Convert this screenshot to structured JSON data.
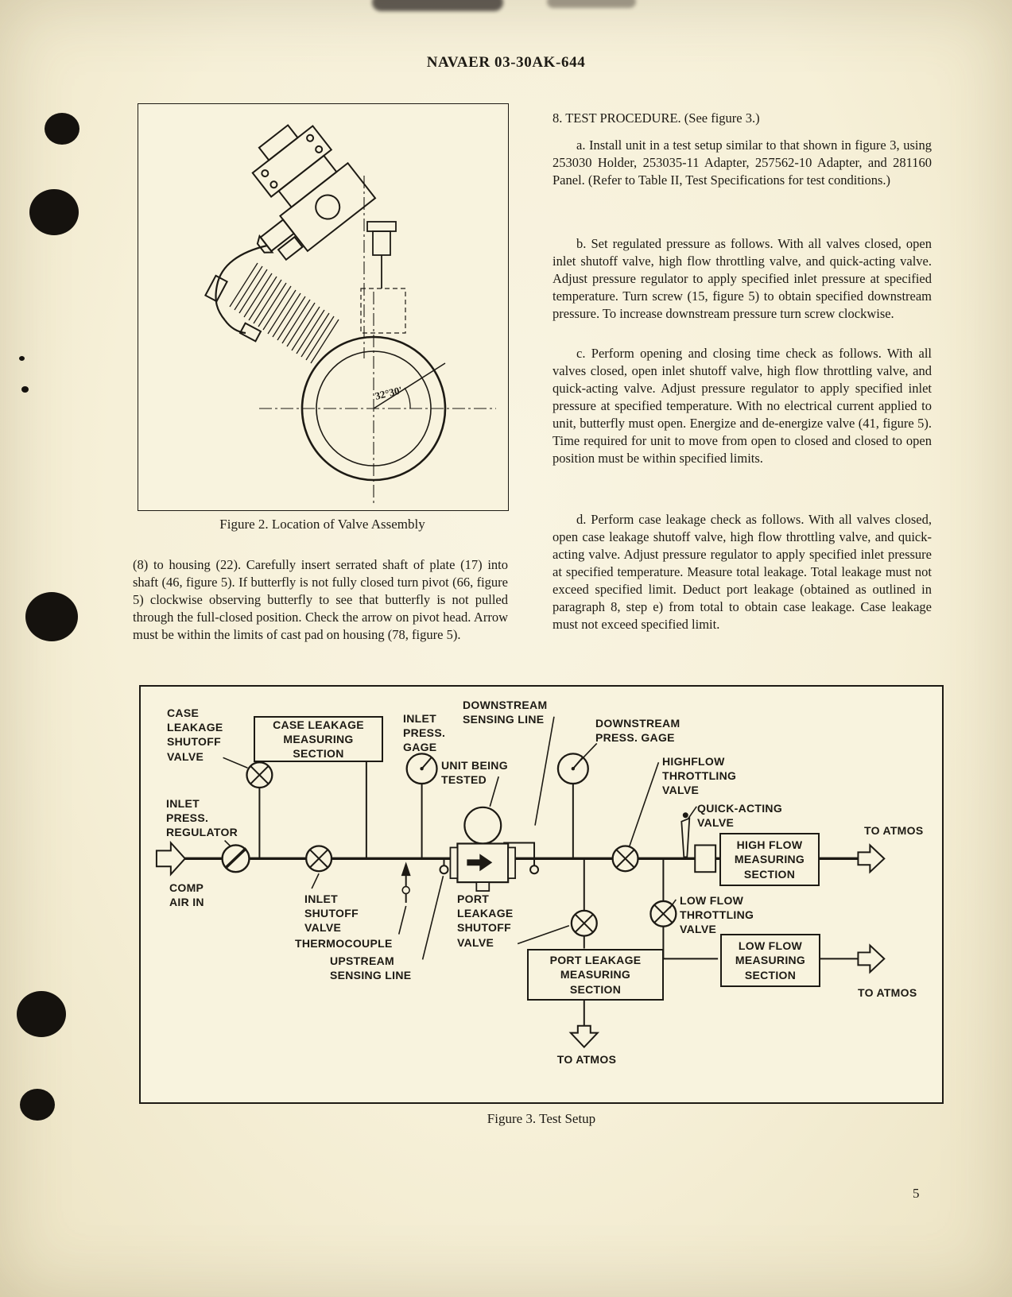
{
  "page": {
    "header": "NAVAER 03-30AK-644",
    "number": "5"
  },
  "figure2": {
    "caption": "Figure 2.  Location of Valve Assembly",
    "angle_label": "32°30'"
  },
  "left_column": {
    "paragraph": "(8) to housing (22).  Carefully insert serrated shaft of plate (17) into shaft (46, figure 5).  If butterfly is not fully closed turn pivot (66, figure 5) clockwise observing butterfly to see that butterfly is not pulled through the full-closed position.  Check the arrow on pivot head.  Arrow must be within the limits of cast pad on housing (78, figure 5)."
  },
  "right_column": {
    "heading": "8.  TEST PROCEDURE.  (See figure 3.)",
    "para_a": "a.  Install unit in a test setup similar to that shown in figure 3, using 253030 Holder, 253035-11 Adapter, 257562-10 Adapter, and 281160 Panel.  (Refer to Table II, Test Specifications for test conditions.)",
    "para_b": "b.  Set regulated pressure as follows.  With all valves closed, open inlet shutoff valve, high flow throttling valve, and quick-acting valve.  Adjust pressure regulator to apply specified inlet pressure at specified temperature.  Turn screw (15, figure 5) to obtain specified downstream pressure.  To increase downstream pressure turn screw clockwise.",
    "para_c": "c.  Perform opening and closing time check as follows.  With all valves closed, open inlet shutoff valve, high flow throttling valve, and quick-acting valve.  Adjust pressure regulator to apply specified inlet pressure at specified temperature.  With no electrical current applied to unit, butterfly must open.  Energize and de-energize valve (41, figure 5).  Time required for unit to move from open to closed and closed to open position must be within specified limits.",
    "para_d": "d.  Perform case leakage check as follows.  With all valves closed, open case leakage shutoff valve, high flow throttling valve, and quick-acting valve.  Adjust pressure regulator to apply specified inlet pressure at specified temperature.  Measure total leakage.  Total leakage must not exceed specified limit.  Deduct port leakage (obtained as outlined in paragraph 8, step e) from total to obtain case leakage.  Case leakage must not exceed specified limit."
  },
  "figure3": {
    "caption": "Figure 3.  Test Setup",
    "labels": {
      "case_leakage_shutoff_valve": "CASE\nLEAKAGE\nSHUTOFF\nVALVE",
      "case_leakage_measuring_section": "CASE LEAKAGE\nMEASURING\nSECTION",
      "inlet_press_gage": "INLET\nPRESS.\nGAGE",
      "downstream_sensing_line": "DOWNSTREAM\nSENSING LINE",
      "downstream_press_gage": "DOWNSTREAM\nPRESS. GAGE",
      "unit_being_tested": "UNIT BEING\nTESTED",
      "highflow_throttling_valve": "HIGHFLOW\nTHROTTLING\nVALVE",
      "quick_acting_valve": "QUICK-ACTING\nVALVE",
      "inlet_press_regulator": "INLET\nPRESS.\nREGULATOR",
      "to_atmos_top_right": "TO ATMOS",
      "high_flow_measuring_section": "HIGH FLOW\nMEASURING\nSECTION",
      "comp_air_in": "COMP\nAIR IN",
      "inlet_shutoff_valve": "INLET\nSHUTOFF\nVALVE",
      "port_leakage_shutoff_valve": "PORT\nLEAKAGE\nSHUTOFF\nVALVE",
      "thermocouple": "THERMOCOUPLE",
      "low_flow_throttling_valve": "LOW FLOW\nTHROTTLING\nVALVE",
      "upstream_sensing_line": "UPSTREAM\nSENSING LINE",
      "port_leakage_measuring_section": "PORT LEAKAGE\nMEASURING\nSECTION",
      "low_flow_measuring_section": "LOW FLOW\nMEASURING\nSECTION",
      "to_atmos_bottom_right": "TO ATMOS",
      "to_atmos_bottom": "TO ATMOS"
    }
  }
}
